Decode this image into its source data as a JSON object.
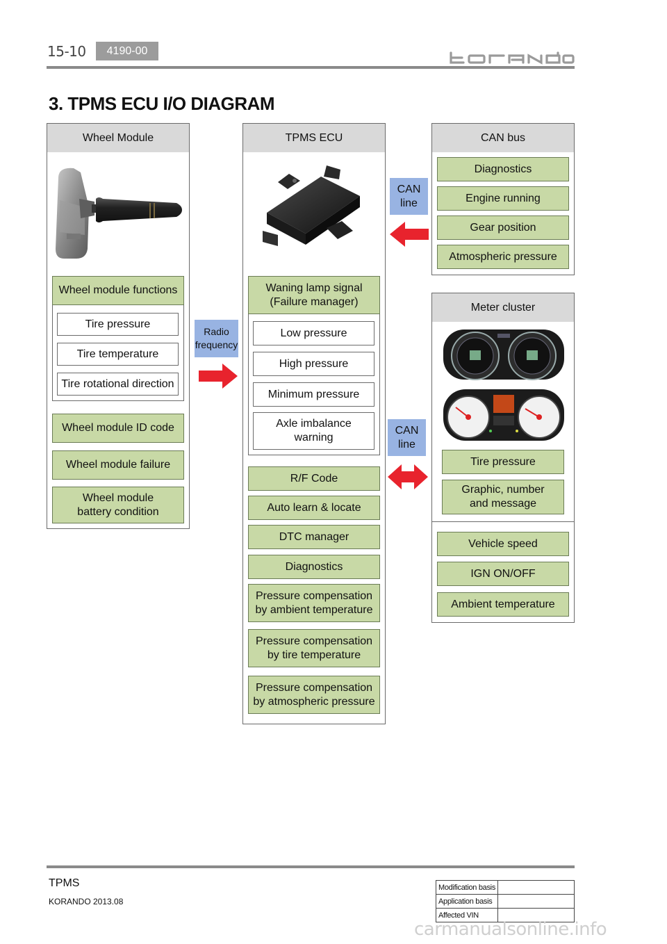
{
  "header": {
    "page_number": "15-10",
    "section_code": "4190-00",
    "logo_text": "korando"
  },
  "title": "3. TPMS ECU I/O DIAGRAM",
  "wheel_module": {
    "title": "Wheel Module",
    "functions_title": "Wheel module functions",
    "functions": [
      "Tire pressure",
      "Tire temperature",
      "Tire rotational direction"
    ],
    "id_code": "Wheel module ID code",
    "failure": "Wheel module failure",
    "battery_line1": "Wheel module",
    "battery_line2": "battery condition"
  },
  "radio_label_line1": "Radio",
  "radio_label_line2": "frequency",
  "ecu": {
    "title": "TPMS ECU",
    "warning_line1": "Waning lamp signal",
    "warning_line2": "(Failure manager)",
    "warnings": [
      "Low pressure",
      "High pressure",
      "Minimum pressure"
    ],
    "axle_line1": "Axle imbalance",
    "axle_line2": "warning",
    "rf_code": "R/F Code",
    "auto_learn": "Auto learn & locate",
    "dtc": "DTC manager",
    "diagnostics": "Diagnostics",
    "comp_ambient_line1": "Pressure compensation",
    "comp_ambient_line2": "by ambient temperature",
    "comp_tire_line1": "Pressure compensation",
    "comp_tire_line2": "by tire temperature",
    "comp_atmo_line1": "Pressure compensation",
    "comp_atmo_line2": "by atmospheric pressure"
  },
  "can_line_1": {
    "line1": "CAN",
    "line2": "line"
  },
  "can_line_2": {
    "line1": "CAN",
    "line2": "line"
  },
  "can_bus": {
    "title": "CAN bus",
    "items": [
      "Diagnostics",
      "Engine running",
      "Gear position",
      "Atmospheric pressure"
    ]
  },
  "meter_cluster": {
    "title": "Meter cluster",
    "tire_pressure": "Tire pressure",
    "graphic_line1": "Graphic, number",
    "graphic_line2": "and message",
    "inputs": [
      "Vehicle speed",
      "IGN ON/OFF",
      "Ambient temperature"
    ]
  },
  "footer": {
    "title": "TPMS",
    "subtitle": "KORANDO 2013.08",
    "table": [
      "Modification basis",
      "Application basis",
      "Affected VIN"
    ],
    "watermark": "carmanualsonline.info"
  },
  "colors": {
    "green_box": "#c8d9a6",
    "blue_label": "#98b3e2",
    "red_arrow": "#e8232d",
    "panel_header": "#d9d9d9"
  }
}
